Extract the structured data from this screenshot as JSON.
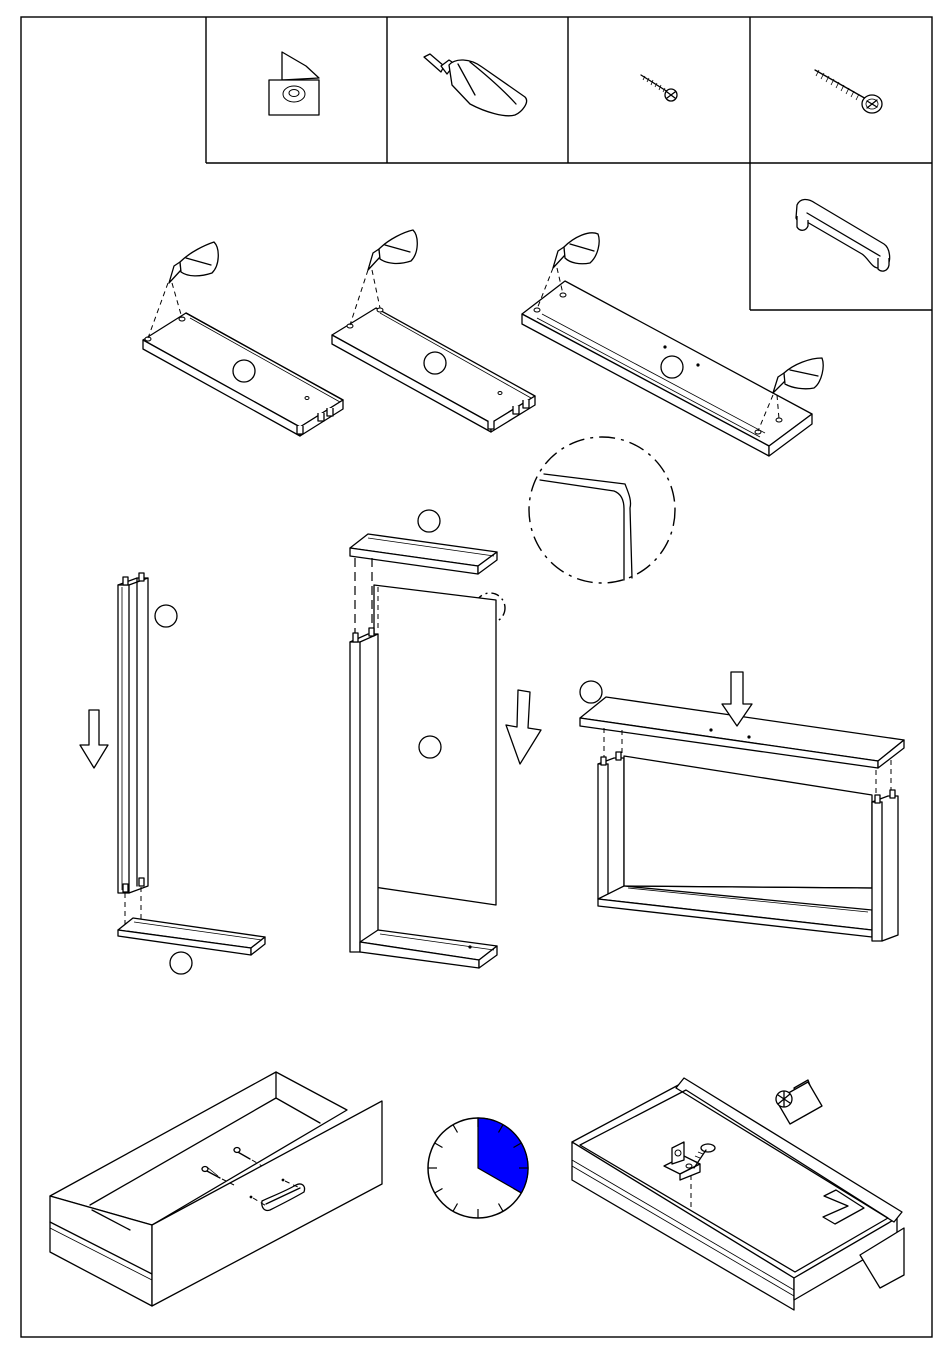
{
  "sheet": {
    "description_visible_text": ""
  },
  "hardware_row": {
    "cells": [
      {
        "icon": "corner-bracket-icon"
      },
      {
        "icon": "glue-tube-icon"
      },
      {
        "icon": "short-screw-icon"
      },
      {
        "icon": "long-screw-icon"
      },
      {
        "icon": "drawer-handle-icon"
      }
    ]
  },
  "steps": {
    "part_markers": [
      {
        "name": "part-marker-1",
        "label": ""
      },
      {
        "name": "part-marker-2",
        "label": ""
      },
      {
        "name": "part-marker-3",
        "label": ""
      },
      {
        "name": "part-marker-4",
        "label": ""
      },
      {
        "name": "part-marker-5",
        "label": ""
      },
      {
        "name": "part-marker-6",
        "label": ""
      },
      {
        "name": "part-marker-7",
        "label": ""
      },
      {
        "name": "part-marker-8",
        "label": ""
      }
    ]
  },
  "timer": {
    "fraction_filled": 0.333,
    "fill_color": "#0000ff",
    "ticks": 12
  }
}
